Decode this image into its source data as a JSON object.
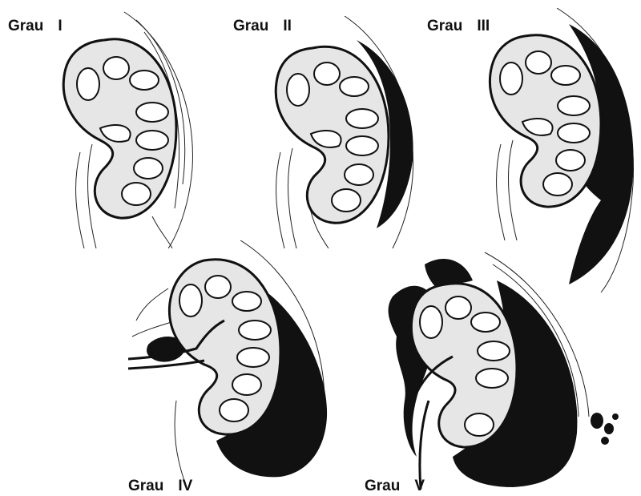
{
  "diagram": {
    "grades": [
      {
        "word": "Grau",
        "numeral": "I"
      },
      {
        "word": "Grau",
        "numeral": "II"
      },
      {
        "word": "Grau",
        "numeral": "III"
      },
      {
        "word": "Grau",
        "numeral": "IV"
      },
      {
        "word": "Grau",
        "numeral": "V"
      }
    ]
  }
}
